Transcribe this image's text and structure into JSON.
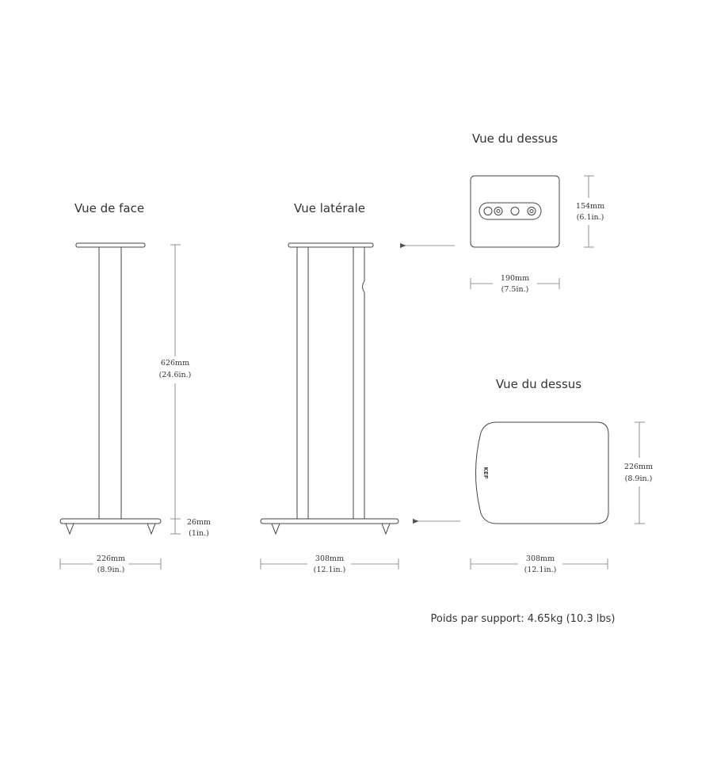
{
  "views": {
    "front": {
      "title": "Vue de face"
    },
    "side": {
      "title": "Vue latérale"
    },
    "top_speaker": {
      "title": "Vue du dessus"
    },
    "top_base": {
      "title": "Vue du dessus",
      "logo": "KEF"
    }
  },
  "dimensions": {
    "front_height": {
      "mm": "626mm",
      "in": "(24.6in.)"
    },
    "front_foot": {
      "mm": "26mm",
      "in": "(1in.)"
    },
    "front_width": {
      "mm": "226mm",
      "in": "(8.9in.)"
    },
    "side_width": {
      "mm": "308mm",
      "in": "(12.1in.)"
    },
    "speaker_depth": {
      "mm": "154mm",
      "in": "(6.1in.)"
    },
    "speaker_width": {
      "mm": "190mm",
      "in": "(7.5in.)"
    },
    "base_depth": {
      "mm": "226mm",
      "in": "(8.9in.)"
    },
    "base_width": {
      "mm": "308mm",
      "in": "(12.1in.)"
    }
  },
  "weight_note": "Poids par support: 4.65kg (10.3 lbs)"
}
